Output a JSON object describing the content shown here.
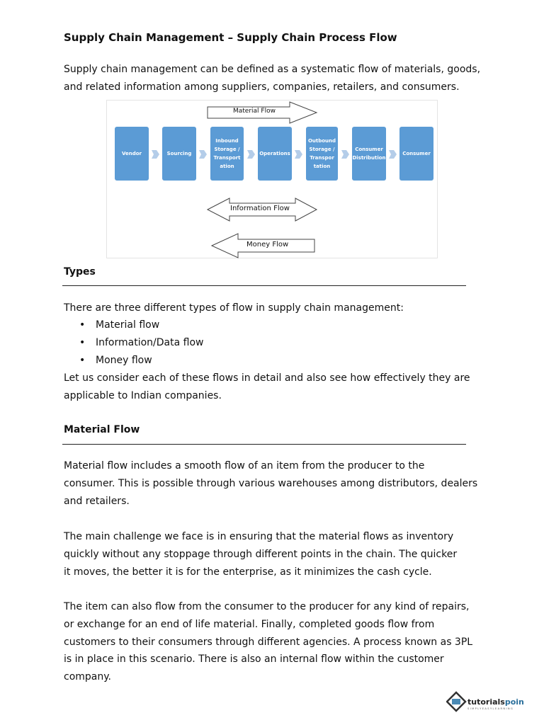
{
  "title": "Supply Chain Management – Supply Chain Process Flow",
  "intro": "Supply chain management can be defined as a systematic flow of materials, goods, and related information among suppliers, companies, retailers, and consumers.",
  "diagram": {
    "boxes": [
      {
        "label": "Vendor"
      },
      {
        "label": "Sourcing"
      },
      {
        "label": "Inbound Storage / Transport ation"
      },
      {
        "label": "Operations"
      },
      {
        "label": "Outbound Storage / Transpor tation"
      },
      {
        "label": "Consumer Distribution"
      },
      {
        "label": "Consumer"
      }
    ],
    "material_flow": "Material Flow",
    "information_flow": "Information Flow",
    "money_flow": "Money Flow",
    "box_color": "#5b9bd5"
  },
  "types": {
    "heading": "Types",
    "intro": "There are three different types of flow in supply chain management:",
    "bullets": [
      "Material flow",
      "Information/Data flow",
      "Money flow"
    ],
    "outro": "Let us consider each of these flows in detail and also see how effectively they are applicable to Indian companies."
  },
  "material_flow_section": {
    "heading": "Material Flow",
    "paragraphs": [
      "Material flow includes a smooth flow of an item from the producer to the consumer. This is possible through various warehouses among distributors, dealers and retailers.",
      "The main challenge we face is in ensuring that the material flows as inventory quickly without any stoppage through different points in the chain. The quicker it moves, the better it is for the enterprise, as it minimizes the cash cycle.",
      "The item can also flow from the consumer to the producer for any kind of repairs, or exchange for an end of life material. Finally, completed goods flow from customers to their consumers through different agencies. A process known as 3PL is in place in this scenario. There is also an internal flow within the customer company."
    ]
  },
  "footer": {
    "logo_text": "tutorialspoint",
    "logo_tagline": "SIMPLYEASYLEARNING"
  }
}
